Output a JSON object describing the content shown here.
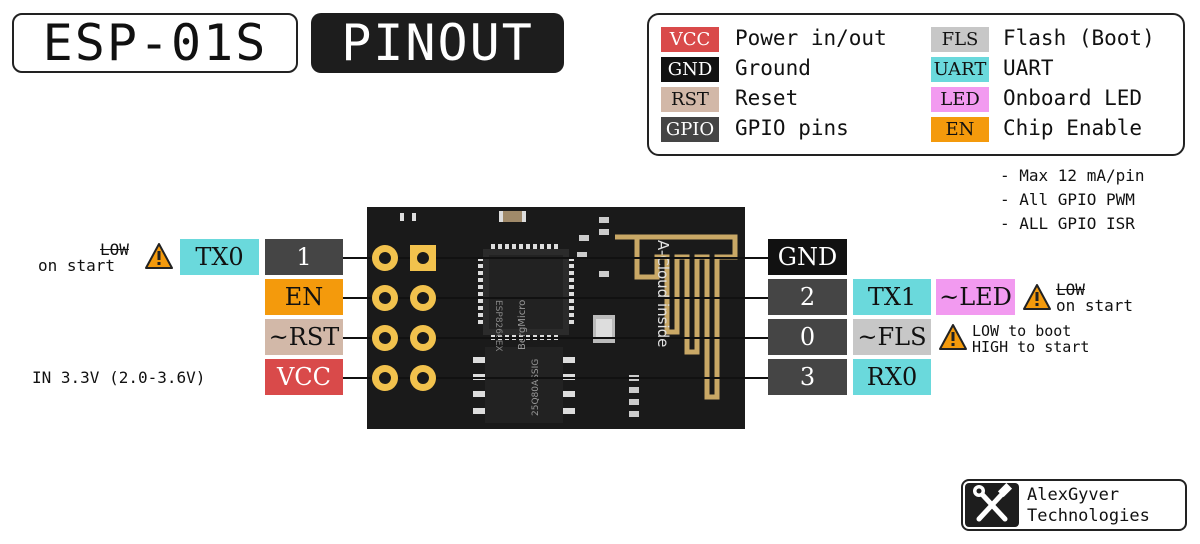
{
  "title": {
    "part1": "ESP-01S",
    "part2": "PINOUT"
  },
  "legend": {
    "items": [
      {
        "tag": "VCC",
        "desc": "Power in/out",
        "bg": "#d94a4a",
        "fg": "#ffffff"
      },
      {
        "tag": "GND",
        "desc": "Ground",
        "bg": "#111111",
        "fg": "#ffffff"
      },
      {
        "tag": "RST",
        "desc": "Reset",
        "bg": "#d2b8a8",
        "fg": "#111111"
      },
      {
        "tag": "GPIO",
        "desc": "GPIO pins",
        "bg": "#454545",
        "fg": "#ffffff"
      },
      {
        "tag": "FLS",
        "desc": "Flash (Boot)",
        "bg": "#c7c7c7",
        "fg": "#111111"
      },
      {
        "tag": "UART",
        "desc": "UART",
        "bg": "#6ad9dc",
        "fg": "#111111"
      },
      {
        "tag": "LED",
        "desc": "Onboard LED",
        "bg": "#f29af0",
        "fg": "#111111"
      },
      {
        "tag": "EN",
        "desc": "Chip Enable",
        "bg": "#f49a0c",
        "fg": "#111111"
      }
    ]
  },
  "notes": [
    "- Max 12 mA/pin",
    "- All GPIO PWM",
    "- ALL GPIO ISR"
  ],
  "left_pins": [
    {
      "gpio": "1",
      "func": "TX0"
    },
    {
      "func": "EN"
    },
    {
      "func": "~RST"
    },
    {
      "func": "VCC"
    }
  ],
  "right_pins": [
    {
      "func": "GND"
    },
    {
      "gpio": "2",
      "func": "TX1",
      "extra": "~LED"
    },
    {
      "gpio": "0",
      "func": "~FLS"
    },
    {
      "gpio": "3",
      "func": "RX0"
    }
  ],
  "annotations": {
    "tx0_low": "LOW",
    "tx0_on_start": "on start",
    "vcc_input": "IN 3.3V (2.0-3.6V)",
    "led_low": "LOW",
    "led_on_start": "on start",
    "fls_line1": "LOW to boot",
    "fls_line2": "HIGH to start"
  },
  "board": {
    "antenna_text": "A-Cloud inside",
    "chip_text": "ESP8266EX",
    "flash_text1": "BergMicro",
    "flash_text2": "25Q80ASSIG"
  },
  "brand": {
    "line1": "AlexGyver",
    "line2": "Technologies",
    "icon": "tools-icon"
  },
  "icons": {
    "warning": "warning-icon"
  }
}
